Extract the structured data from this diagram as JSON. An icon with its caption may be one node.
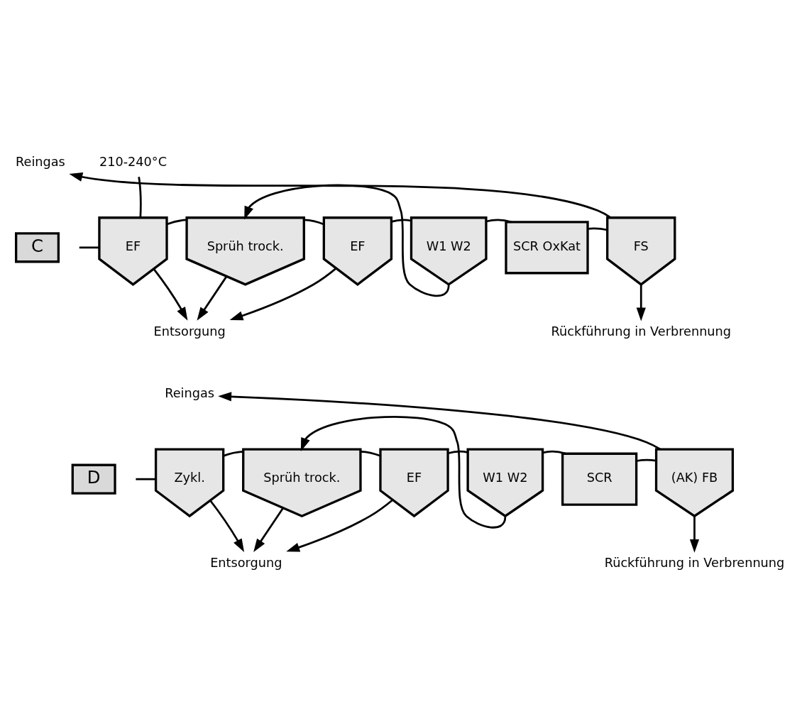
{
  "diagram": {
    "nodes": [
      {
        "text": [
          "C"
        ]
      },
      {
        "text": [
          "210-240°C"
        ]
      },
      {
        "text": [
          "EF"
        ]
      },
      {
        "text": [
          "Sprüh trock."
        ]
      },
      {
        "text": [
          "EF"
        ]
      },
      {
        "text": [
          "W1 W2"
        ]
      },
      {
        "text": [
          "SCR OxKat"
        ]
      },
      {
        "text": [
          "FS"
        ]
      },
      {
        "text": [
          "Reingas"
        ]
      },
      {
        "text": [
          "Entsorgung"
        ]
      },
      {
        "text": [
          "Rückführung in Verbrennung"
        ]
      },
      {
        "text": [
          "D"
        ]
      },
      {
        "text": [
          "Zykl."
        ]
      },
      {
        "text": [
          "Sprüh trock."
        ]
      },
      {
        "text": [
          "EF"
        ]
      },
      {
        "text": [
          "W1 W2"
        ]
      },
      {
        "text": [
          "SCR"
        ]
      },
      {
        "text": [
          "(AK) FB"
        ]
      },
      {
        "text": [
          "Reingas"
        ]
      },
      {
        "text": [
          "Entsorgung"
        ]
      },
      {
        "text": [
          "Rückführung in Verbrennung"
        ]
      }
    ],
    "edges": [
      {
        "from": null,
        "to": 2,
        "arrow": "none"
      },
      {
        "from": 1,
        "to": 2,
        "arrow": "none"
      },
      {
        "from": 2,
        "to": 3,
        "arrow": "none"
      },
      {
        "from": 3,
        "to": 4,
        "arrow": "none"
      },
      {
        "from": 4,
        "to": 5,
        "arrow": "none"
      },
      {
        "from": 5,
        "to": 6,
        "arrow": "none"
      },
      {
        "from": 6,
        "to": 7,
        "arrow": "none"
      },
      {
        "from": 7,
        "to": 8,
        "arrow": "to"
      },
      {
        "from": 5,
        "to": 3,
        "arrow": "to"
      },
      {
        "from": 2,
        "to": 9,
        "arrow": "to"
      },
      {
        "from": 3,
        "to": 9,
        "arrow": "to"
      },
      {
        "from": 4,
        "to": 9,
        "arrow": "to"
      },
      {
        "from": 7,
        "to": 10,
        "arrow": "to"
      },
      {
        "from": null,
        "to": 12,
        "arrow": "none"
      },
      {
        "from": 12,
        "to": 13,
        "arrow": "none"
      },
      {
        "from": 13,
        "to": 14,
        "arrow": "none"
      },
      {
        "from": 14,
        "to": 15,
        "arrow": "none"
      },
      {
        "from": 15,
        "to": 16,
        "arrow": "none"
      },
      {
        "from": 16,
        "to": 17,
        "arrow": "none"
      },
      {
        "from": 17,
        "to": 18,
        "arrow": "to"
      },
      {
        "from": 15,
        "to": 13,
        "arrow": "to"
      },
      {
        "from": 12,
        "to": 19,
        "arrow": "to"
      },
      {
        "from": 13,
        "to": 19,
        "arrow": "to"
      },
      {
        "from": 14,
        "to": 19,
        "arrow": "to"
      },
      {
        "from": 17,
        "to": 20,
        "arrow": "to"
      }
    ]
  }
}
